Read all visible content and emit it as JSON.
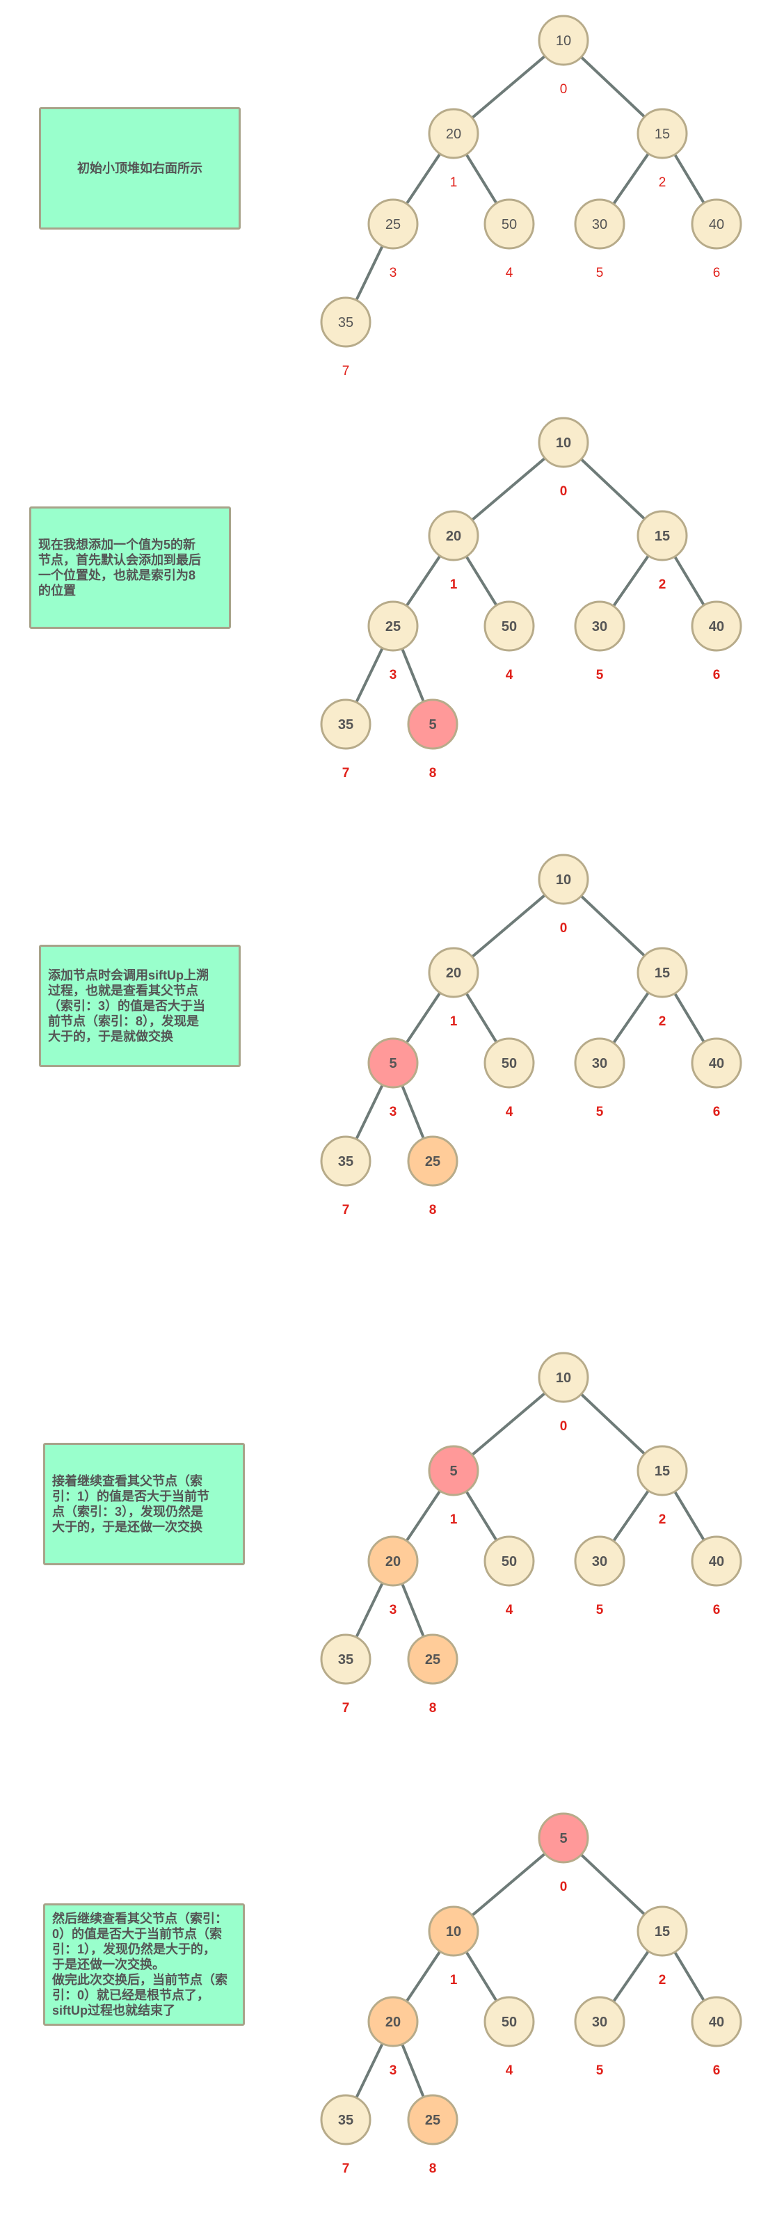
{
  "colors": {
    "normal": "#f9eccc",
    "new": "#ff9999",
    "swapped": "#ffcc99",
    "note_bg": "#99ffcc",
    "index_text": "#e0201a"
  },
  "panels": [
    {
      "note": "初始小顶堆如右面所示",
      "nodes": [
        {
          "index": "0",
          "value": "10",
          "state": "normal"
        },
        {
          "index": "1",
          "value": "20",
          "state": "normal"
        },
        {
          "index": "2",
          "value": "15",
          "state": "normal"
        },
        {
          "index": "3",
          "value": "25",
          "state": "normal"
        },
        {
          "index": "4",
          "value": "50",
          "state": "normal"
        },
        {
          "index": "5",
          "value": "30",
          "state": "normal"
        },
        {
          "index": "6",
          "value": "40",
          "state": "normal"
        },
        {
          "index": "7",
          "value": "35",
          "state": "normal"
        }
      ]
    },
    {
      "note": "现在我想添加一个值为5的新\n节点，首先默认会添加到最后\n一个位置处，也就是索引为8\n的位置",
      "nodes": [
        {
          "index": "0",
          "value": "10",
          "state": "normal"
        },
        {
          "index": "1",
          "value": "20",
          "state": "normal"
        },
        {
          "index": "2",
          "value": "15",
          "state": "normal"
        },
        {
          "index": "3",
          "value": "25",
          "state": "normal"
        },
        {
          "index": "4",
          "value": "50",
          "state": "normal"
        },
        {
          "index": "5",
          "value": "30",
          "state": "normal"
        },
        {
          "index": "6",
          "value": "40",
          "state": "normal"
        },
        {
          "index": "7",
          "value": "35",
          "state": "normal"
        },
        {
          "index": "8",
          "value": "5",
          "state": "new"
        }
      ]
    },
    {
      "note": "添加节点时会调用siftUp上溯\n过程，也就是查看其父节点\n（索引：3）的值是否大于当\n前节点（索引：8），发现是\n大于的，于是就做交换",
      "nodes": [
        {
          "index": "0",
          "value": "10",
          "state": "normal"
        },
        {
          "index": "1",
          "value": "20",
          "state": "normal"
        },
        {
          "index": "2",
          "value": "15",
          "state": "normal"
        },
        {
          "index": "3",
          "value": "5",
          "state": "new"
        },
        {
          "index": "4",
          "value": "50",
          "state": "normal"
        },
        {
          "index": "5",
          "value": "30",
          "state": "normal"
        },
        {
          "index": "6",
          "value": "40",
          "state": "normal"
        },
        {
          "index": "7",
          "value": "35",
          "state": "normal"
        },
        {
          "index": "8",
          "value": "25",
          "state": "swapped"
        }
      ]
    },
    {
      "note": "接着继续查看其父节点（索\n引：1）的值是否大于当前节\n点（索引：3），发现仍然是\n大于的，于是还做一次交换",
      "nodes": [
        {
          "index": "0",
          "value": "10",
          "state": "normal"
        },
        {
          "index": "1",
          "value": "5",
          "state": "new"
        },
        {
          "index": "2",
          "value": "15",
          "state": "normal"
        },
        {
          "index": "3",
          "value": "20",
          "state": "swapped"
        },
        {
          "index": "4",
          "value": "50",
          "state": "normal"
        },
        {
          "index": "5",
          "value": "30",
          "state": "normal"
        },
        {
          "index": "6",
          "value": "40",
          "state": "normal"
        },
        {
          "index": "7",
          "value": "35",
          "state": "normal"
        },
        {
          "index": "8",
          "value": "25",
          "state": "swapped"
        }
      ]
    },
    {
      "note": "然后继续查看其父节点（索引：\n0）的值是否大于当前节点（索\n引：1），发现仍然是大于的，\n于是还做一次交换。\n做完此次交换后，当前节点（索\n引：0）就已经是根节点了，\nsiftUp过程也就结束了",
      "nodes": [
        {
          "index": "0",
          "value": "5",
          "state": "new"
        },
        {
          "index": "1",
          "value": "10",
          "state": "swapped"
        },
        {
          "index": "2",
          "value": "15",
          "state": "normal"
        },
        {
          "index": "3",
          "value": "20",
          "state": "swapped"
        },
        {
          "index": "4",
          "value": "50",
          "state": "normal"
        },
        {
          "index": "5",
          "value": "30",
          "state": "normal"
        },
        {
          "index": "6",
          "value": "40",
          "state": "normal"
        },
        {
          "index": "7",
          "value": "35",
          "state": "normal"
        },
        {
          "index": "8",
          "value": "25",
          "state": "swapped"
        }
      ]
    }
  ]
}
